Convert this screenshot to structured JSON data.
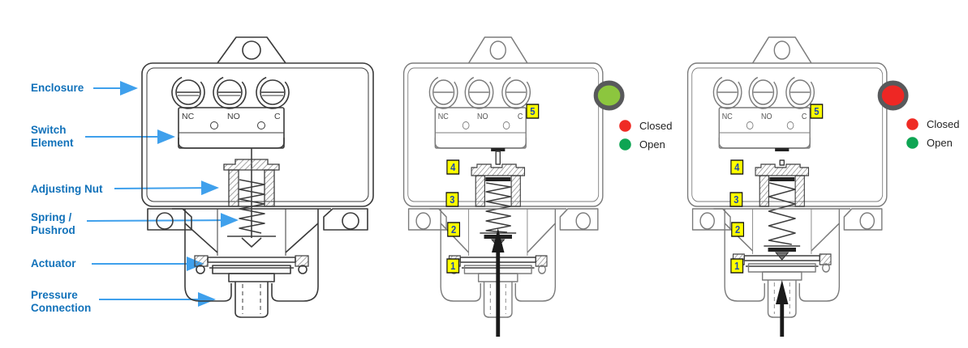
{
  "figure": {
    "terminals": [
      "NC",
      "NO",
      "C"
    ],
    "legend": [
      {
        "label": "Closed",
        "color": "#EF2B24"
      },
      {
        "label": "Open",
        "color": "#0EA553"
      }
    ],
    "callouts": [
      {
        "lines": [
          "Enclosure",
          ""
        ]
      },
      {
        "lines": [
          "Switch",
          "Element"
        ]
      },
      {
        "lines": [
          "Adjusting Nut",
          ""
        ]
      },
      {
        "lines": [
          "Spring /",
          "Pushrod"
        ]
      },
      {
        "lines": [
          "Actuator",
          ""
        ]
      },
      {
        "lines": [
          "Pressure",
          "Connection"
        ]
      }
    ],
    "badges": [
      "1",
      "2",
      "3",
      "4",
      "5"
    ],
    "open_state": {
      "indicator_color": "#8CC63E"
    },
    "closed_state": {
      "indicator_color": "#EE2724"
    },
    "colors": {
      "callout_text": "#1272BA",
      "callout_arrow": "#3FA0EC",
      "badge_fill": "#FFFF00",
      "badge_number": "#1F49B0",
      "indicator_ring": "#58595B"
    }
  }
}
